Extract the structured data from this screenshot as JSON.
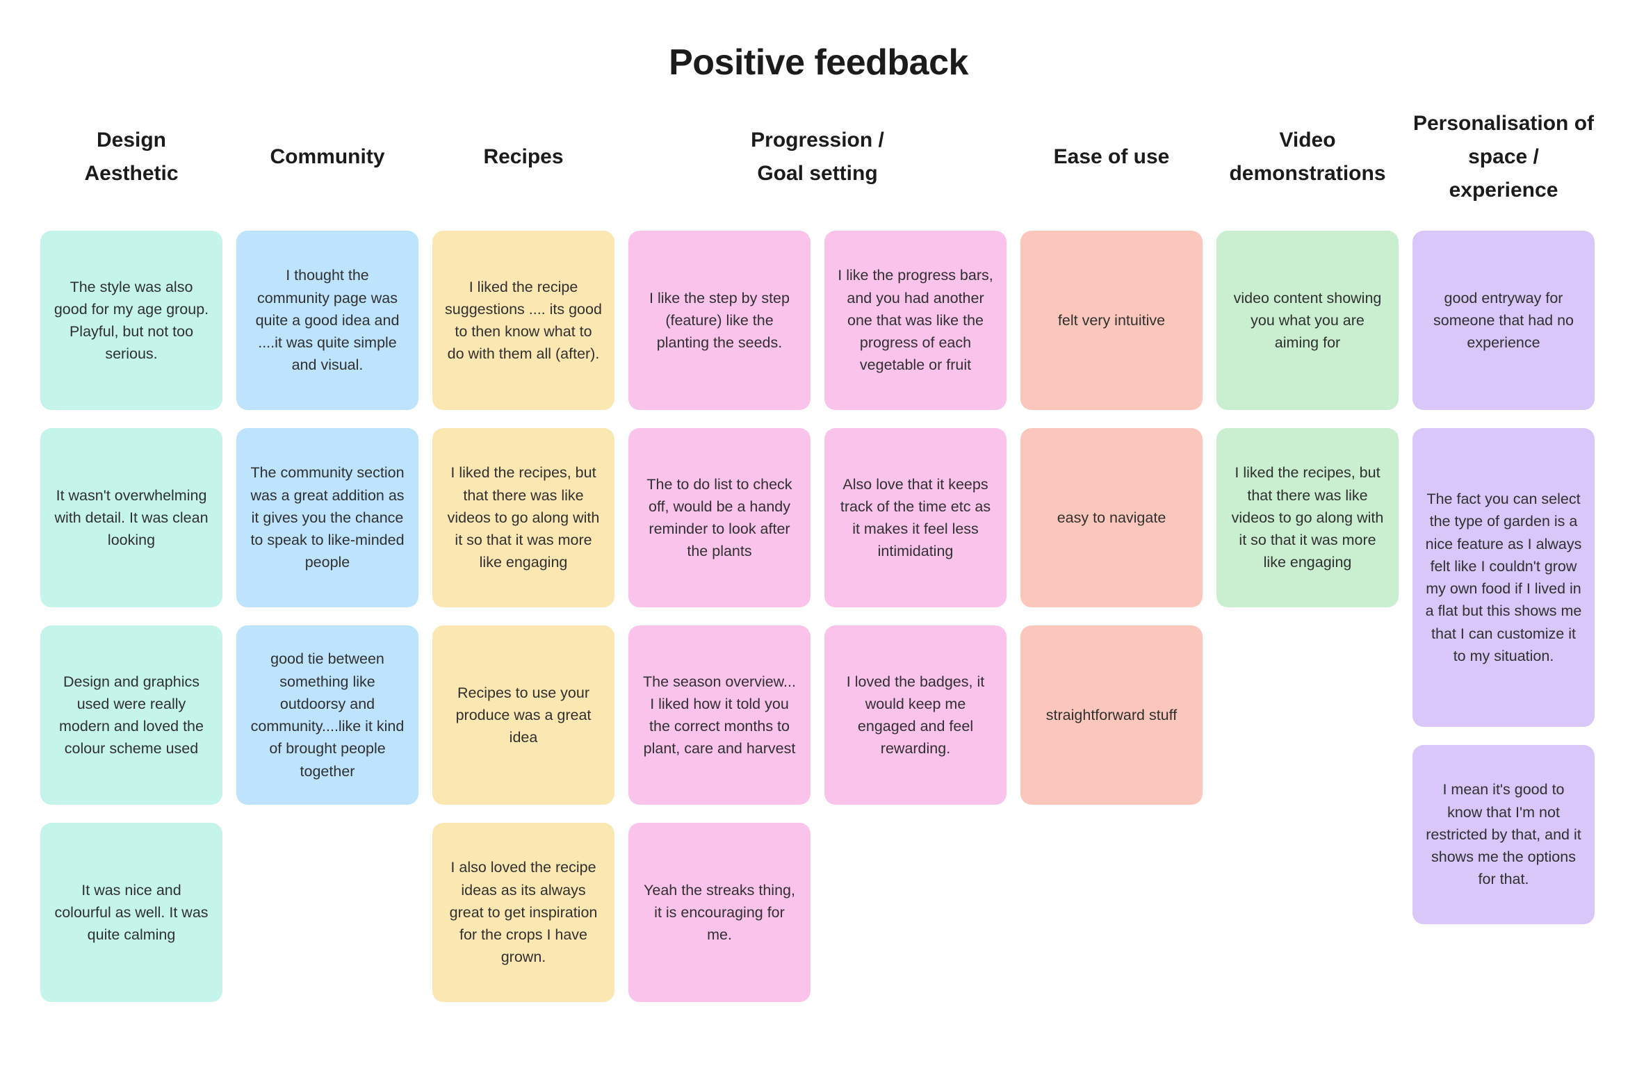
{
  "title": "Positive feedback",
  "canvas_background": "#FFFFFF",
  "text_colors": {
    "heading": "#1B1B1B",
    "note_text": "#303030"
  },
  "groups": [
    {
      "id": "design-aesthetic",
      "header": "Design\nAesthetic",
      "color": "#C4F4EA",
      "columns": [
        {
          "notes": [
            "The style was also good for my age group. Playful, but not too serious.",
            "It wasn't overwhelming with detail. It was clean looking",
            "Design and graphics used were really modern and loved the colour scheme used",
            "It was nice and colourful as well. It was quite calming"
          ]
        }
      ]
    },
    {
      "id": "community",
      "header": "Community",
      "color": "#BEE3FC",
      "columns": [
        {
          "notes": [
            "I thought the community page was quite a good idea and ....it was quite simple and visual.",
            "The community section was a great addition as it gives you the chance to speak to like-minded people",
            "good tie between something like outdoorsy and community....like it kind of brought people together"
          ]
        }
      ]
    },
    {
      "id": "recipes",
      "header": "Recipes",
      "color": "#FAE7B2",
      "columns": [
        {
          "notes": [
            "I liked the recipe suggestions .... its good to then know what to do with them all (after).",
            "I liked the recipes, but that there was like videos to go along with it so that it was more like engaging",
            "Recipes to use your produce was a great idea",
            "I also loved the recipe ideas as its always great to get inspiration for the crops I have grown."
          ]
        }
      ]
    },
    {
      "id": "progression-goal-setting",
      "header": "Progression /\nGoal setting",
      "color": "#F9C3EC",
      "columns": [
        {
          "notes": [
            "I like the step by step (feature) like the planting the seeds.",
            "The to do list to check off, would be a handy reminder to look after the plants",
            "The season overview... I liked how it told you the correct months to plant, care and harvest",
            "Yeah the streaks thing, it is encouraging for me."
          ]
        },
        {
          "notes": [
            "I like the progress bars, and you had another one that was like the progress of each vegetable or fruit",
            "Also love that it keeps track of the time etc as it makes it feel less intimidating",
            "I loved the badges, it would keep me engaged and feel rewarding."
          ]
        }
      ]
    },
    {
      "id": "ease-of-use",
      "header": "Ease of use",
      "color": "#FBC7BD",
      "columns": [
        {
          "notes": [
            "felt very intuitive",
            "easy to navigate",
            "straightforward stuff"
          ]
        }
      ]
    },
    {
      "id": "video-demonstrations",
      "header": "Video\ndemonstrations",
      "color": "#C9EED0",
      "columns": [
        {
          "notes": [
            "video content showing you what you are aiming for",
            "I liked the recipes, but that there was like videos to go along with it so that it was more like engaging"
          ]
        }
      ]
    },
    {
      "id": "personalisation",
      "header": "Personalisation of\nspace /\nexperience",
      "color": "#D8C7F8",
      "columns": [
        {
          "notes": [
            "good entryway for someone that had no experience",
            "The fact you can select the type of garden is a nice feature as I always felt like I couldn't grow my own food if I lived in a flat but this shows me that I can customize it to my situation.",
            "I mean it's good to know that I'm not restricted by that, and it shows me the options for that."
          ]
        }
      ]
    }
  ]
}
